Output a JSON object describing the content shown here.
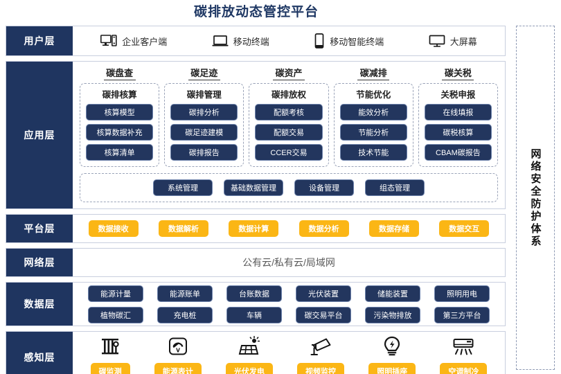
{
  "title": "碳排放动态管控平台",
  "security_band": {
    "label": "网络安全防护体系"
  },
  "layers": {
    "user": {
      "label": "用户层",
      "items": [
        {
          "icon": "desktop-pc-icon",
          "label": "企业客户端"
        },
        {
          "icon": "laptop-icon",
          "label": "移动终端"
        },
        {
          "icon": "smartphone-icon",
          "label": "移动智能终端"
        },
        {
          "icon": "monitor-icon",
          "label": "大屏幕"
        }
      ]
    },
    "application": {
      "label": "应用层",
      "groups": [
        {
          "title": "碳盘查",
          "subtitle": "碳排核算",
          "items": [
            "核算模型",
            "核算数据补充",
            "核算清单"
          ]
        },
        {
          "title": "碳足迹",
          "subtitle": "碳排管理",
          "items": [
            "碳排分析",
            "碳足迹建模",
            "碳排报告"
          ]
        },
        {
          "title": "碳资产",
          "subtitle": "碳排放权",
          "items": [
            "配额考核",
            "配额交易",
            "CCER交易"
          ]
        },
        {
          "title": "碳减排",
          "subtitle": "节能优化",
          "items": [
            "能效分析",
            "节能分析",
            "技术节能"
          ]
        },
        {
          "title": "碳关税",
          "subtitle": "关税申报",
          "items": [
            "在线填报",
            "碳税核算",
            "CBAM碳报告"
          ]
        }
      ],
      "management": [
        "系统管理",
        "基础数据管理",
        "设备管理",
        "组态管理"
      ]
    },
    "platform": {
      "label": "平台层",
      "items": [
        "数据接收",
        "数据解析",
        "数据计算",
        "数据分析",
        "数据存储",
        "数据交互"
      ]
    },
    "network": {
      "label": "网络层",
      "text": "公有云/私有云/局域网"
    },
    "data": {
      "label": "数据层",
      "row1": [
        "能源计量",
        "能源账单",
        "台账数据",
        "光伏装置",
        "储能装置",
        "照明用电"
      ],
      "row2": [
        "植物碳汇",
        "充电桩",
        "车辆",
        "碳交易平台",
        "污染物排放",
        "第三方平台"
      ]
    },
    "sense": {
      "label": "感知层",
      "items": [
        {
          "icon": "carbon-monitor-icon",
          "label": "碳监测"
        },
        {
          "icon": "energy-meter-icon",
          "label": "能源表计"
        },
        {
          "icon": "solar-panel-icon",
          "label": "光伏发电"
        },
        {
          "icon": "cctv-camera-icon",
          "label": "视频监控"
        },
        {
          "icon": "lightbulb-icon",
          "label": "照明插座"
        },
        {
          "icon": "air-conditioner-icon",
          "label": "空调制冷"
        }
      ]
    }
  },
  "colors": {
    "navy": "#1f3560",
    "pill_navy": "#23365e",
    "yellow": "#fbb615",
    "title": "#1f3864",
    "border": "#c8cede"
  }
}
